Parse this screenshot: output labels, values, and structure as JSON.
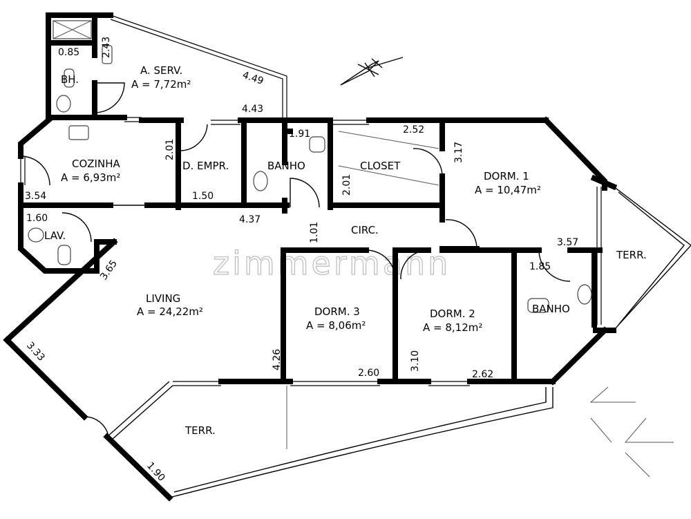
{
  "rooms": {
    "a_serv": {
      "name": "A. SERV.",
      "area": "A = 7,72m²"
    },
    "bh": {
      "name": "BH."
    },
    "cozinha": {
      "name": "COZINHA",
      "area": "A = 6,93m²"
    },
    "d_empr": {
      "name": "D. EMPR."
    },
    "banho_servico": {
      "name": "BANHO"
    },
    "closet": {
      "name": "CLOSET"
    },
    "dorm1": {
      "name": "DORM. 1",
      "area": "A = 10,47m²"
    },
    "lav": {
      "name": "LAV."
    },
    "circ": {
      "name": "CIRC."
    },
    "living": {
      "name": "LIVING",
      "area": "A = 24,22m²"
    },
    "dorm3": {
      "name": "DORM. 3",
      "area": "A = 8,06m²"
    },
    "dorm2": {
      "name": "DORM. 2",
      "area": "A = 8,12m²"
    },
    "banho_suite": {
      "name": "BANHO"
    },
    "terr_right": {
      "name": "TERR."
    },
    "terr_bottom": {
      "name": "TERR."
    }
  },
  "dimensions": {
    "d243": "2.43",
    "d085": "0.85",
    "d449": "4.49",
    "d443": "4.43",
    "d201a": "2.01",
    "d191": "1.91",
    "d252": "2.52",
    "d317": "3.17",
    "d201b": "2.01",
    "d354": "3.54",
    "d150": "1.50",
    "d437": "4.37",
    "d160": "1.60",
    "d101": "1.01",
    "d357": "3.57",
    "d365": "3.65",
    "d185": "1.85",
    "d333": "3.33",
    "d426": "4.26",
    "d260": "2.60",
    "d310": "3.10",
    "d262": "2.62",
    "d190": "1.90"
  },
  "watermark": "zimmermann",
  "icons": {
    "north_arrow": "compass-arrow-icon",
    "logo": "chevron-logo-icon"
  }
}
